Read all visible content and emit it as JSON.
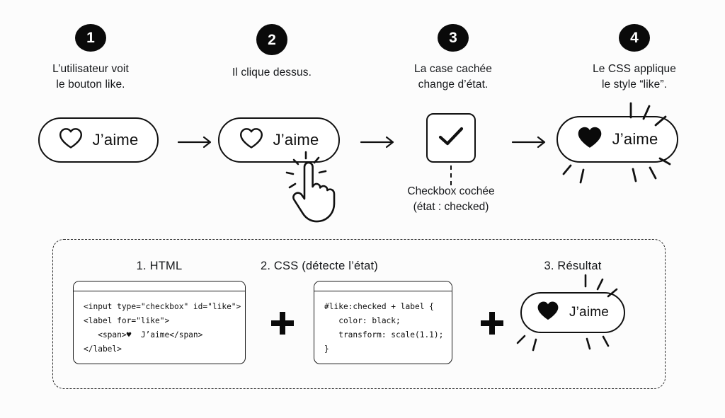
{
  "meta": {
    "background": "#fcfcfc",
    "ink": "#111111",
    "accent": "#0a0a0a"
  },
  "steps": [
    {
      "number": "1",
      "caption": "L’utilisateur voit\nle bouton like."
    },
    {
      "number": "2",
      "caption": "Il clique dessus."
    },
    {
      "number": "3",
      "caption": "La case cachée\nchange d’état."
    },
    {
      "number": "4",
      "caption": "Le CSS applique\nle style “like”."
    }
  ],
  "flow": {
    "buttons": [
      {
        "id": "like-button-idle",
        "label": "J’aime",
        "heart": "heart-outline-icon",
        "filled": false
      },
      {
        "id": "like-button-clicked",
        "label": "J’aime",
        "heart": "heart-outline-icon",
        "filled": false
      },
      {
        "id": "like-button-active",
        "label": "J’aime",
        "heart": "heart-filled-icon",
        "filled": true
      }
    ],
    "arrows": [
      "arrow-right-icon",
      "arrow-right-icon",
      "arrow-right-icon"
    ],
    "cursor": "hand-pointer-icon",
    "checkbox": {
      "icon": "checkmark-icon",
      "state": "checked",
      "caption": "Checkbox cochée\n(état : checked)"
    }
  },
  "panel": {
    "columns": [
      {
        "title": "1. HTML",
        "kind": "code",
        "code": "<input type=\"checkbox\" id=\"like\">\n<label for=\"like\">\n   <span>♥  J’aime</span>\n</label>"
      },
      {
        "title": "2. CSS (détecte l’état)",
        "kind": "code",
        "code": "#like:checked + label {\n   color: black;\n   transform: scale(1.1);\n}"
      },
      {
        "title": "3. Résultat",
        "kind": "preview",
        "button": {
          "label": "J’aime",
          "heart": "heart-filled-icon",
          "filled": true
        }
      }
    ],
    "operators": [
      "plus-icon",
      "plus-icon"
    ]
  }
}
